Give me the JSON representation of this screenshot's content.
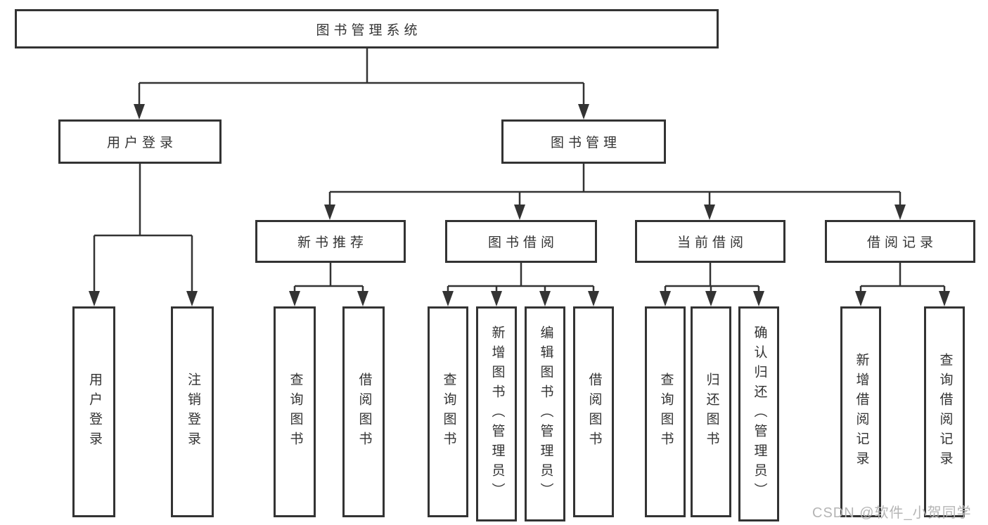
{
  "diagram_type": "functional-structure-chart",
  "colors": {
    "line": "#333333",
    "box_border": "#333333",
    "box_background": "#ffffff",
    "text": "#333333",
    "watermark": "#b5b5b5"
  },
  "tree": {
    "root": {
      "label": "图书管理系统"
    },
    "branches": [
      {
        "label": "用户登录",
        "children": [
          {
            "label": "用户登录"
          },
          {
            "label": "注销登录"
          }
        ]
      },
      {
        "label": "图书管理",
        "children": [
          {
            "label": "新书推荐",
            "children": [
              {
                "label": "查询图书"
              },
              {
                "label": "借阅图书"
              }
            ]
          },
          {
            "label": "图书借阅",
            "children": [
              {
                "label": "查询图书"
              },
              {
                "label": "新增图书（管理员）"
              },
              {
                "label": "编辑图书（管理员）"
              },
              {
                "label": "借阅图书"
              }
            ]
          },
          {
            "label": "当前借阅",
            "children": [
              {
                "label": "查询图书"
              },
              {
                "label": "归还图书"
              },
              {
                "label": "确认归还（管理员）"
              }
            ]
          },
          {
            "label": "借阅记录",
            "children": [
              {
                "label": "新增借阅记录"
              },
              {
                "label": "查询借阅记录"
              }
            ]
          }
        ]
      }
    ]
  },
  "watermark": {
    "text": "CSDN @软件_小贺同学"
  }
}
